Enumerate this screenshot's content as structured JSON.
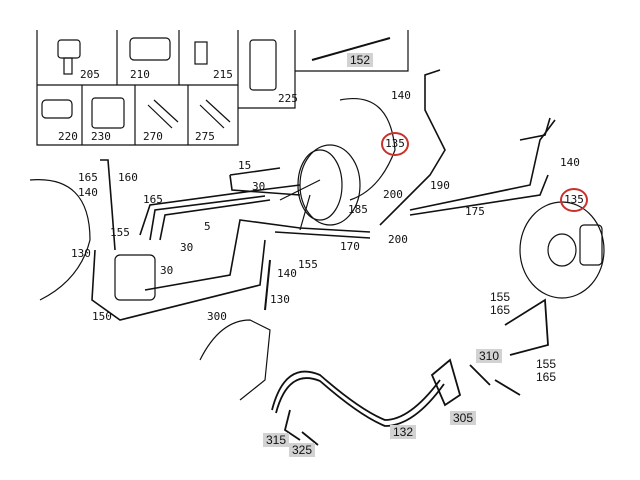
{
  "diagram": {
    "accent_circle_color": "#c8322a",
    "highlight_color": "#d2d2d2",
    "inset_parts": [
      "205",
      "210",
      "215",
      "225",
      "152",
      "220",
      "230",
      "270",
      "275"
    ],
    "labels": {
      "l140a": "140",
      "l135a": "135",
      "l15": "15",
      "l30a": "30",
      "l165a": "165",
      "l140b": "140",
      "l160": "160",
      "l165b": "165",
      "l130a": "130",
      "l155a": "155",
      "l5": "5",
      "l30b": "30",
      "l30c": "30",
      "l150": "150",
      "l155b": "155",
      "l140c": "140",
      "l130b": "130",
      "l300": "300",
      "l185": "185",
      "l200a": "200",
      "l200b": "200",
      "l170": "170",
      "l190": "190",
      "l175": "175",
      "l140d": "140",
      "l135b": "135",
      "l155c": "155",
      "l165c": "165",
      "l310": "310",
      "l155d": "155",
      "l165d": "165",
      "l305": "305",
      "l132": "132",
      "l315": "315",
      "l325": "325"
    }
  }
}
